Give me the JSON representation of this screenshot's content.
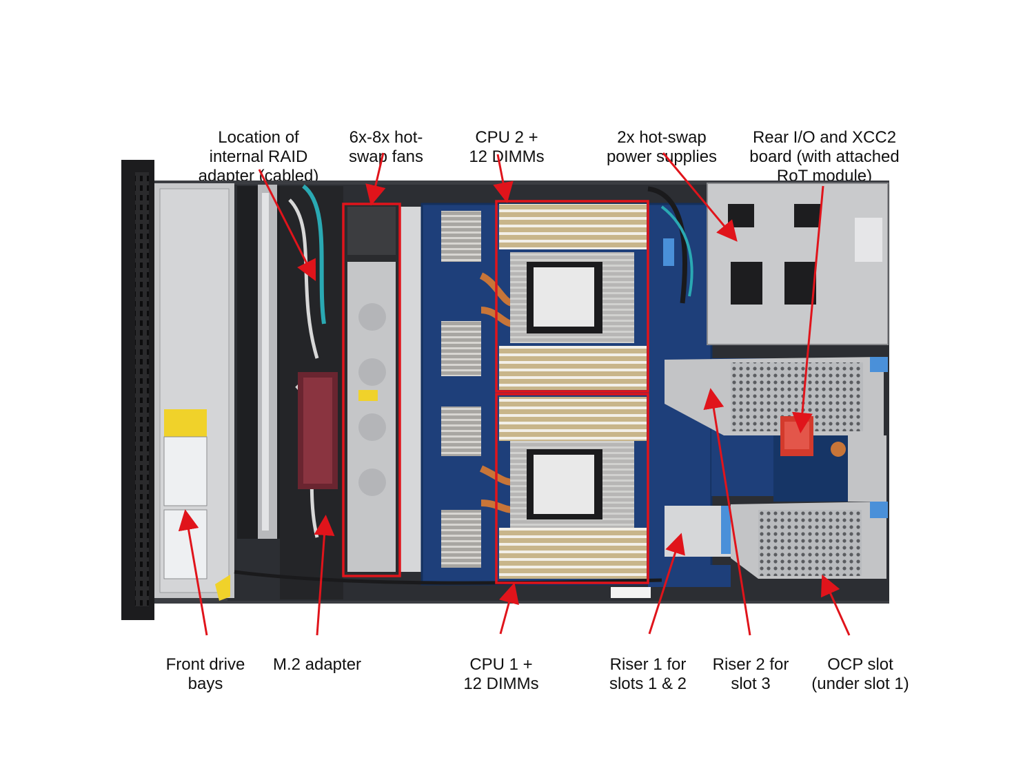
{
  "colors": {
    "callout": "#e0141b",
    "chassis_dark": "#1c1c1e",
    "board_blue": "#1e3f7a",
    "metal_light": "#c9cacc",
    "copper": "#c87538"
  },
  "labels_top": [
    {
      "id": "raid",
      "lines": [
        "Location of",
        "internal RAID",
        "adapter (cabled)"
      ]
    },
    {
      "id": "fans",
      "lines": [
        "6x-8x hot-",
        "swap fans"
      ]
    },
    {
      "id": "cpu2",
      "lines": [
        "CPU 2 +",
        "12 DIMMs"
      ]
    },
    {
      "id": "psu",
      "lines": [
        "2x hot-swap",
        "power supplies"
      ]
    },
    {
      "id": "reario",
      "lines": [
        "Rear I/O and XCC2",
        "board (with attached",
        "RoT module)"
      ]
    }
  ],
  "labels_bottom": [
    {
      "id": "frontbays",
      "lines": [
        "Front drive",
        "bays"
      ]
    },
    {
      "id": "m2",
      "lines": [
        "M.2 adapter"
      ]
    },
    {
      "id": "cpu1",
      "lines": [
        "CPU 1 +",
        "12 DIMMs"
      ]
    },
    {
      "id": "riser1",
      "lines": [
        "Riser 1 for",
        "slots 1 & 2"
      ]
    },
    {
      "id": "riser2",
      "lines": [
        "Riser 2 for",
        "slot 3"
      ]
    },
    {
      "id": "ocp",
      "lines": [
        "OCP slot",
        "(under slot 1)"
      ]
    }
  ]
}
